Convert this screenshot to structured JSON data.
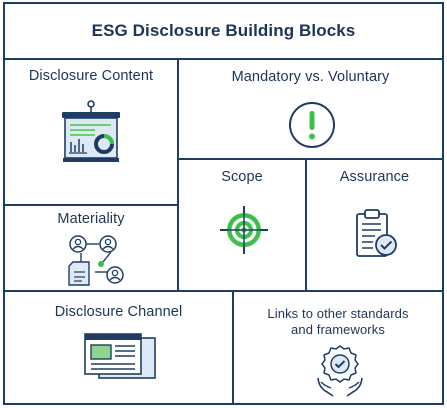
{
  "title": "ESG Disclosure Building Blocks",
  "blocks": {
    "disclosure_content": {
      "label": "Disclosure Content",
      "icon": "presentation-board-icon"
    },
    "mandatory_voluntary": {
      "label": "Mandatory vs. Voluntary",
      "icon": "exclamation-circle-icon"
    },
    "scope": {
      "label": "Scope",
      "icon": "target-crosshair-icon"
    },
    "assurance": {
      "label": "Assurance",
      "icon": "clipboard-check-icon"
    },
    "materiality": {
      "label": "Materiality",
      "icon": "stakeholder-network-icon"
    },
    "disclosure_channel": {
      "label": "Disclosure Channel",
      "icon": "browser-windows-icon"
    },
    "links": {
      "label_line1": "Links to other standards",
      "label_line2": "and frameworks",
      "icon": "award-hands-icon"
    }
  },
  "colors": {
    "navy": "#1f3d63",
    "green": "#3cc04a",
    "light_green": "#8ed68e",
    "teal": "#1f8c8c",
    "light_blue": "#dde9f4"
  }
}
